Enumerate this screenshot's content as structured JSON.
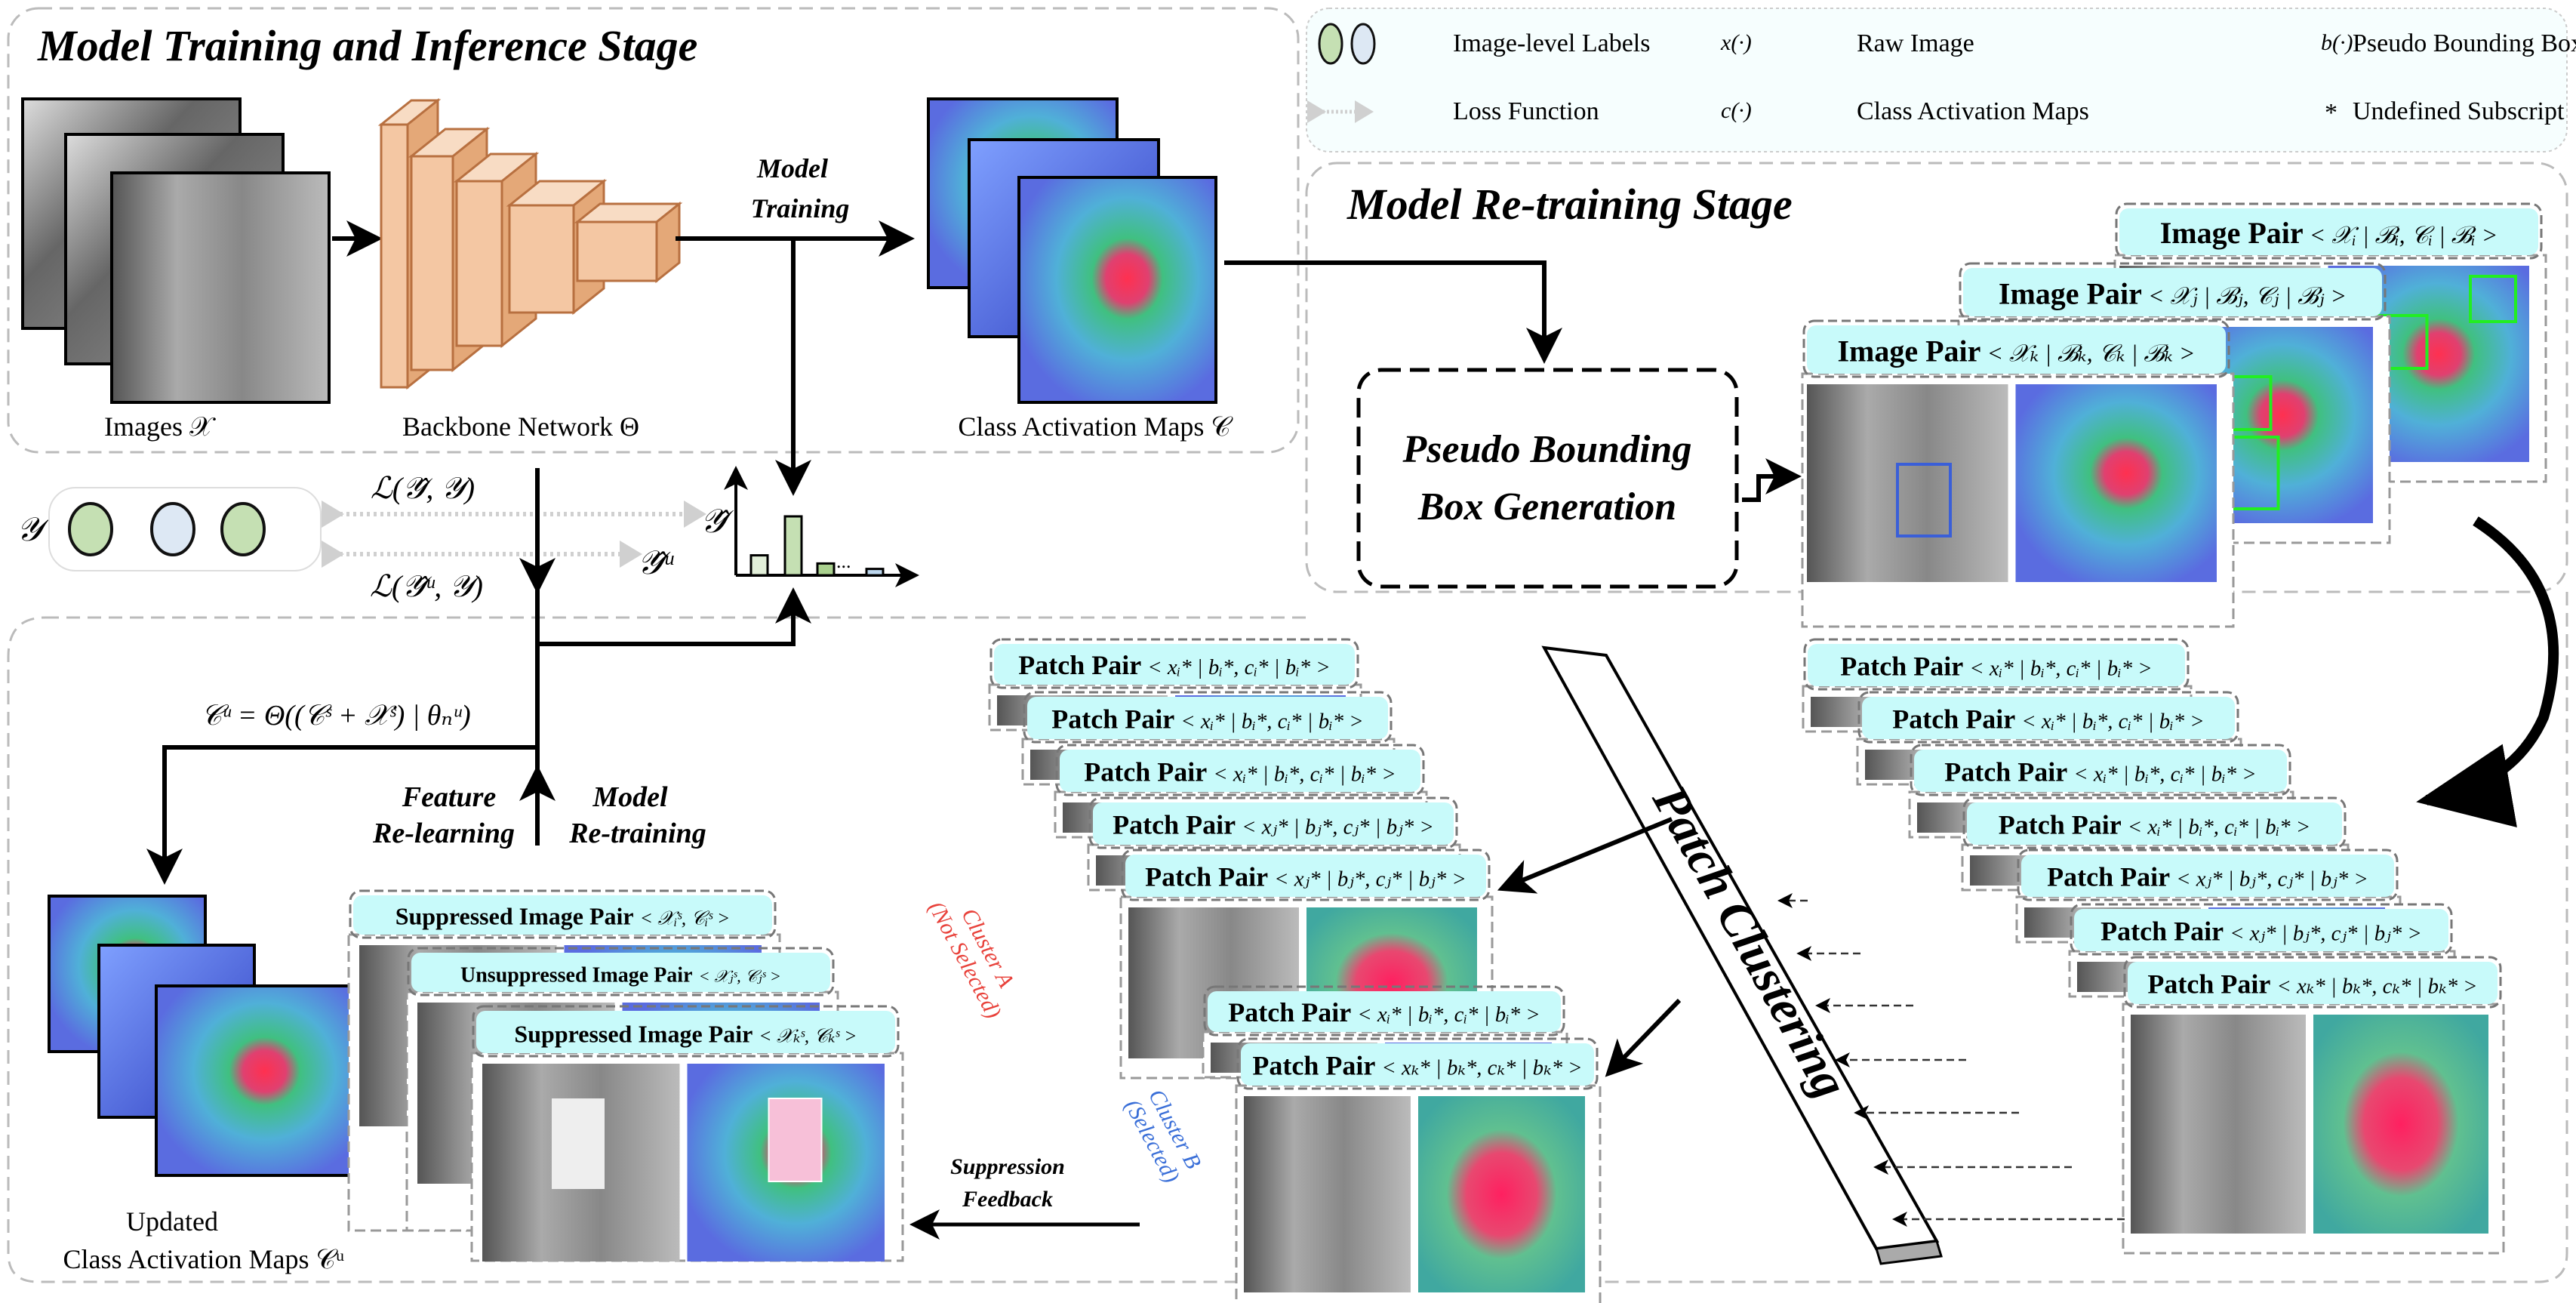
{
  "stages": {
    "training_title": "Model Training and Inference Stage",
    "retraining_title": "Model Re-training Stage"
  },
  "legend": {
    "labels_text": "Image-level Labels",
    "loss_text": "Loss Function",
    "raw_symbol": "x(·)",
    "raw_text": "Raw Image",
    "cam_symbol": "c(·)",
    "cam_text": "Class Activation Maps",
    "box_symbol": "b(·)",
    "box_text": "Pseudo Bounding Box",
    "star_symbol": "*",
    "star_text": "Undefined Subscript",
    "colors": {
      "positive": "#c5e0b3",
      "negative": "#dde8f4"
    }
  },
  "training": {
    "images_label": "Images 𝒳",
    "backbone_label": "Backbone Network  Θ",
    "cam_label": "Class Activation Maps  𝒞",
    "model_training_1": "Model",
    "model_training_2": "Training",
    "backbone_color": "#f4c7a3"
  },
  "labels": {
    "y_symbol": "𝒴",
    "values": [
      "positive",
      "negative",
      "positive"
    ],
    "loss_1": "ℒ(𝒴̂, 𝒴)",
    "loss_2": "ℒ(𝒴̂ᵘ, 𝒴)",
    "yhat": "𝒴̂",
    "yhat_u": "𝒴̂ᵘ",
    "histogram": [
      0.22,
      0.65,
      0.13,
      0.07
    ],
    "histogram_ellipsis": "..."
  },
  "pseudo_box": {
    "line1": "Pseudo Bounding",
    "line2": "Box Generation"
  },
  "image_pairs": [
    {
      "title": "Image Pair",
      "math": "< 𝒳ᵢ | ℬᵢ, 𝒞ᵢ | ℬᵢ >"
    },
    {
      "title": "Image Pair",
      "math": "< 𝒳ⱼ | ℬⱼ, 𝒞ⱼ | ℬⱼ >"
    },
    {
      "title": "Image Pair",
      "math": "< 𝒳ₖ | ℬₖ, 𝒞ₖ | ℬₖ >"
    }
  ],
  "patch_clustering": "Patch Clustering",
  "right_patches": [
    {
      "title": "Patch Pair",
      "math": "< xᵢ* | bᵢ*, cᵢ* | bᵢ* >"
    },
    {
      "title": "Patch Pair",
      "math": "< xᵢ* | bᵢ*, cᵢ* | bᵢ* >"
    },
    {
      "title": "Patch Pair",
      "math": "< xᵢ* | bᵢ*, cᵢ* | bᵢ* >"
    },
    {
      "title": "Patch Pair",
      "math": "< xᵢ* | bᵢ*, cᵢ* | bᵢ* >"
    },
    {
      "title": "Patch Pair",
      "math": "< xⱼ* | bⱼ*, cⱼ* | bⱼ* >"
    },
    {
      "title": "Patch Pair",
      "math": "< xⱼ* | bⱼ*, cⱼ* | bⱼ* >"
    },
    {
      "title": "Patch Pair",
      "math": "< xₖ* | bₖ*, cₖ* | bₖ* >"
    }
  ],
  "cluster_a": {
    "name": "Cluster A",
    "status": "(Not Selected)",
    "color": "#e8413a",
    "patches": [
      {
        "title": "Patch Pair",
        "math": "< xᵢ* | bᵢ*, cᵢ* | bᵢ* >"
      },
      {
        "title": "Patch Pair",
        "math": "< xᵢ* | bᵢ*, cᵢ* | bᵢ* >"
      },
      {
        "title": "Patch Pair",
        "math": "< xᵢ* | bᵢ*, cᵢ* | bᵢ* >"
      },
      {
        "title": "Patch Pair",
        "math": "< xⱼ* | bⱼ*, cⱼ* | bⱼ* >"
      },
      {
        "title": "Patch Pair",
        "math": "< xⱼ* | bⱼ*, cⱼ* | bⱼ* >"
      }
    ]
  },
  "cluster_b": {
    "name": "Cluster B",
    "status": "(Selected)",
    "color": "#3a6fd8",
    "patches": [
      {
        "title": "Patch Pair",
        "math": "< xᵢ* | bᵢ*, cᵢ* | bᵢ* >"
      },
      {
        "title": "Patch Pair",
        "math": "< xₖ* | bₖ*, cₖ* | bₖ* >"
      }
    ]
  },
  "suppression": {
    "feedback_1": "Suppression",
    "feedback_2": "Feedback",
    "pairs": [
      {
        "title": "Suppressed Image Pair",
        "math": "< 𝒳ᵢˢ, 𝒞ᵢˢ >"
      },
      {
        "title": "Unsuppressed Image Pair",
        "math": "< 𝒳ⱼˢ, 𝒞ⱼˢ >"
      },
      {
        "title": "Suppressed Image Pair",
        "math": "< 𝒳ₖˢ, 𝒞ₖˢ >"
      }
    ]
  },
  "retraining": {
    "formula": "𝒞ᵘ = Θ((𝒞ˢ + 𝒳ˢ) | θₙᵘ)",
    "feature_1": "Feature",
    "feature_2": "Re-learning",
    "model_1": "Model",
    "model_2": "Re-training",
    "updated_1": "Updated",
    "updated_2": "Class Activation Maps  𝒞ᵘ"
  },
  "accent_colors": {
    "label_bg": "#c8fafa",
    "box_green": "#22ee22",
    "box_blue": "#3a5fd8"
  }
}
